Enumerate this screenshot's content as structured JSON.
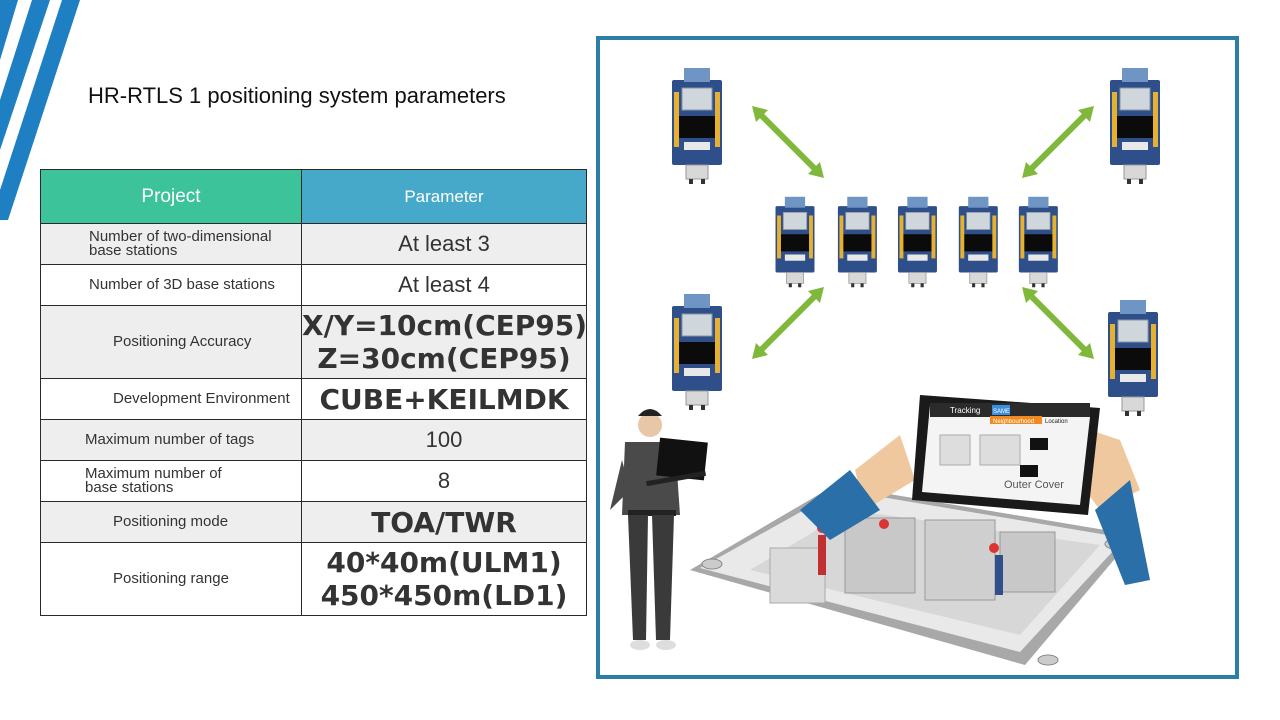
{
  "title": "HR-RTLS 1 positioning system parameters",
  "table": {
    "headers": {
      "project": "Project",
      "parameter": "Parameter"
    },
    "rows": [
      {
        "key": "Number of two-dimensional base stations",
        "value": "At least 3"
      },
      {
        "key": "Number of 3D base stations",
        "value": "At least 4"
      },
      {
        "key": "Positioning Accuracy",
        "value_lines": [
          "X/Y=10cm(CEP95)",
          "Z=30cm(CEP95)"
        ]
      },
      {
        "key": "Development Environment",
        "value": "CUBE+KEILMDK"
      },
      {
        "key": "Maximum number of tags",
        "value": "100"
      },
      {
        "key": "Maximum number of base stations",
        "value": "8"
      },
      {
        "key": "Positioning mode",
        "value": "TOA/TWR"
      },
      {
        "key": "Positioning range",
        "value_lines": [
          "40*40m(ULM1)",
          "450*450m(LD1)"
        ]
      }
    ]
  },
  "illustration": {
    "tablet": {
      "app_label": "Tracking",
      "tab_same": "SAME",
      "tab_neighbourhood": "Neighbourhood",
      "tab_location": "Location",
      "overlay_text": "Outer Cover"
    }
  },
  "colors": {
    "header_project": "#3cc39a",
    "header_parameter": "#47a9c9",
    "frame": "#2a7fa3",
    "arrow": "#8cc63f",
    "stripe": "#1e7fc2"
  }
}
